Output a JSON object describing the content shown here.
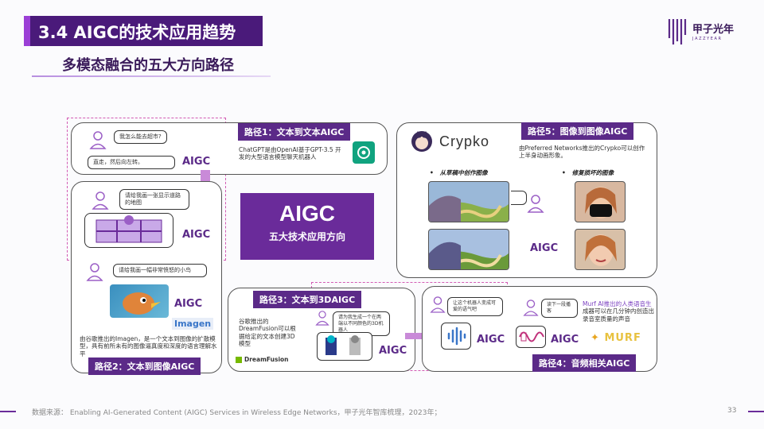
{
  "header": {
    "title": "3.4 AIGC的技术应用趋势",
    "subtitle": "多模态融合的五大方向路径",
    "logo_text": "甲子光年",
    "logo_sub": "J A Z Z Y E A R"
  },
  "center": {
    "big": "AIGC",
    "small": "五大技术应用方向"
  },
  "path1": {
    "label": "路径1：文本到文本AIGC",
    "q1": "我怎么能去超市?",
    "a1": "直走，然后向左转。",
    "aigc": "AIGC",
    "desc": "ChatGPT是由OpenAI基于GPT-3.5 开发的大型语言模型聊天机器人"
  },
  "path2": {
    "label": "路径2：文本到图像AIGC",
    "q1": "请给我画一张显示道路的地图",
    "aigc1": "AIGC",
    "q2": "请给我画一幅非常愤怒的小鸟",
    "aigc2": "AIGC",
    "brand": "Imagen",
    "desc": "由谷歌推出的Imagen，是一个文本到图像的扩散模型，具有前所未有的图像逼真度和深度的语言理解水平"
  },
  "path3": {
    "label": "路径3：文本到3DAIGC",
    "desc": "谷歌推出的DreamFusion可以根据给定的文本创建3D模型",
    "q1": "请为我生成一个在两端以不同颜色的3D机器人",
    "aigc": "AIGC",
    "brand": "DreamFusion"
  },
  "path4": {
    "label": "路径4：音频相关AIGC",
    "q1": "让这个机器人变成可爱的语气吧",
    "aigc1": "AIGC",
    "q2": "读下一段播客",
    "aigc2": "AIGC",
    "desc_highlight": "Murf AI推出的人类语音生",
    "desc_rest": "成器可以在几分钟内创造出录音室质量的声音",
    "brand": "MURF"
  },
  "path5": {
    "label": "路径5：图像到图像AIGC",
    "brand": "Crypko",
    "desc": "由Preferred Networks推出的Crypko可以创作上半身动画形象。",
    "sub1": "从草稿中创作图像",
    "sub2": "修复损坏的图像",
    "aigc": "AIGC"
  },
  "footer": {
    "source": "数据来源：  Enabling AI-Generated Content (AIGC) Services in Wireless Edge Networks，甲子光年智库梳理，2023年；",
    "page": "33"
  },
  "colors": {
    "primary": "#5b2a88",
    "accent": "#d25ab3",
    "header_bg": "#4a1a7a"
  }
}
